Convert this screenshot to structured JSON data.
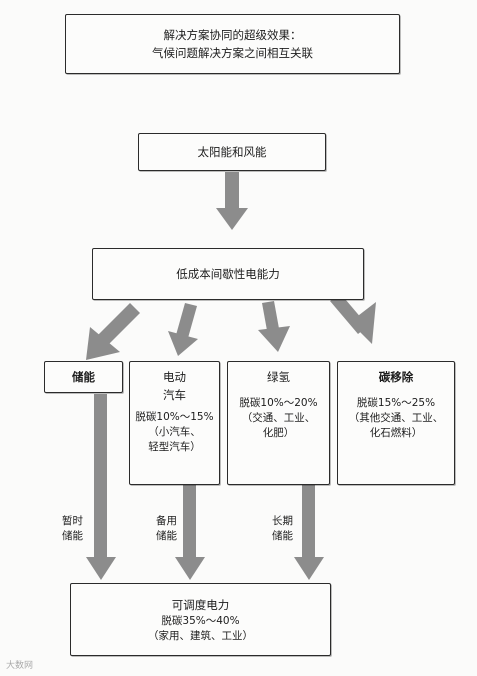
{
  "title": {
    "line1": "解决方案协同的超级效果：",
    "line2": "气候问题解决方案之间相互关联"
  },
  "source": "太阳能和风能",
  "power": "低成本间歇性电能力",
  "storage": "储能",
  "ev": {
    "name1": "电动",
    "name2": "汽车",
    "decarb": "脱碳10%～15%",
    "detail1": "（小汽车、",
    "detail2": "轻型汽车）"
  },
  "hydrogen": {
    "name": "绿氢",
    "decarb": "脱碳10%～20%",
    "detail1": "（交通、工业、",
    "detail2": "化肥）"
  },
  "carbon_removal": {
    "name": "碳移除",
    "decarb": "脱碳15%～25%",
    "detail1": "（其他交通、工业、",
    "detail2": "化石燃料）"
  },
  "edge_labels": {
    "temp_storage1": "暂时",
    "temp_storage2": "储能",
    "backup_storage1": "备用",
    "backup_storage2": "储能",
    "long_storage1": "长期",
    "long_storage2": "储能"
  },
  "dispatchable": {
    "name": "可调度电力",
    "decarb": "脱碳35%～40%",
    "detail": "（家用、建筑、工业）"
  },
  "watermark": "大数网",
  "colors": {
    "arrow": "#8c8c8c",
    "border": "#2b2b2b"
  }
}
